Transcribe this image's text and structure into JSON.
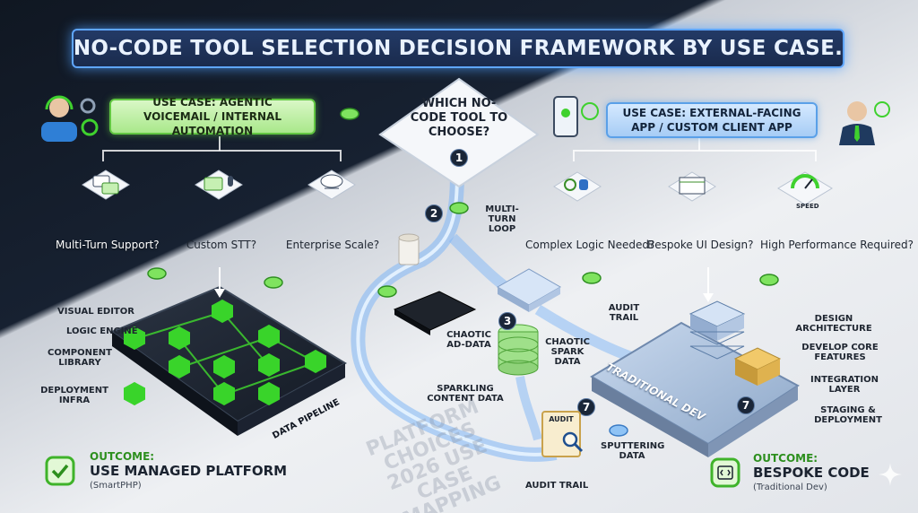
{
  "title": "NO-CODE TOOL SELECTION DECISION FRAMEWORK BY USE CASE.",
  "center_question": "WHICH NO-CODE TOOL TO CHOOSE?",
  "left": {
    "use_case": "USE CASE: AGENTIC VOICEMAIL / INTERNAL AUTOMATION",
    "questions": [
      "Multi-Turn Support?",
      "Custom STT?",
      "Enterprise Scale?"
    ],
    "components": [
      "VISUAL EDITOR",
      "LOGIC ENGINE",
      "COMPONENT LIBRARY",
      "DEPLOYMENT INFRA"
    ],
    "platform_label": "DATA PIPELINE",
    "outcome_heading": "OUTCOME:",
    "outcome_value": "USE MANAGED PLATFORM",
    "outcome_sub": "(SmartPHP)"
  },
  "right": {
    "use_case": "USE CASE: EXTERNAL-FACING APP / CUSTOM CLIENT APP",
    "questions": [
      "Complex Logic Needed?",
      "Bespoke UI Design?",
      "High Performance Required?"
    ],
    "gauge_label": "SPEED",
    "steps": [
      "DESIGN ARCHITECTURE",
      "DEVELOP CORE FEATURES",
      "INTEGRATION LAYER",
      "STAGING & DEPLOYMENT"
    ],
    "platform_label": "TRADITIONAL DEV",
    "outcome_heading": "OUTCOME:",
    "outcome_value": "BESPOKE CODE",
    "outcome_sub": "(Traditional Dev)"
  },
  "middle": {
    "badges": [
      "1",
      "2",
      "3",
      "7",
      "7"
    ],
    "labels": {
      "multi_turn_loop": "MULTI-TURN LOOP",
      "audit_trail_top": "AUDIT TRAIL",
      "chaotic_ad_data": "CHAOTIC AD-DATA",
      "chaotic_spark_data": "CHAOTIC SPARK DATA",
      "sparkling_content_data": "SPARKLING CONTENT DATA",
      "audit_card": "AUDIT",
      "audit_trail_bottom": "AUDIT TRAIL",
      "sputtering_data": "SPUTTERING DATA"
    },
    "watermark": "PLATFORM CHOICES 2026 USE CASE MAPPING"
  },
  "colors": {
    "accent_green": "#62c742",
    "accent_blue": "#5aa0e8",
    "title_glow": "#5fa6ff",
    "node_green": "#39d42a"
  },
  "icons": [
    "headset-agent-icon",
    "gears-icon",
    "chat-bubbles-icon",
    "voice-mic-icon",
    "cloud-network-icon",
    "mobile-user-icon",
    "business-person-icon",
    "gear-database-icon",
    "ui-layout-icon",
    "speed-gauge-icon",
    "checkmark-icon",
    "code-icon",
    "coffee-cup-icon",
    "notebook-icon",
    "database-icon",
    "magnifier-icon",
    "sparkle-icon"
  ]
}
